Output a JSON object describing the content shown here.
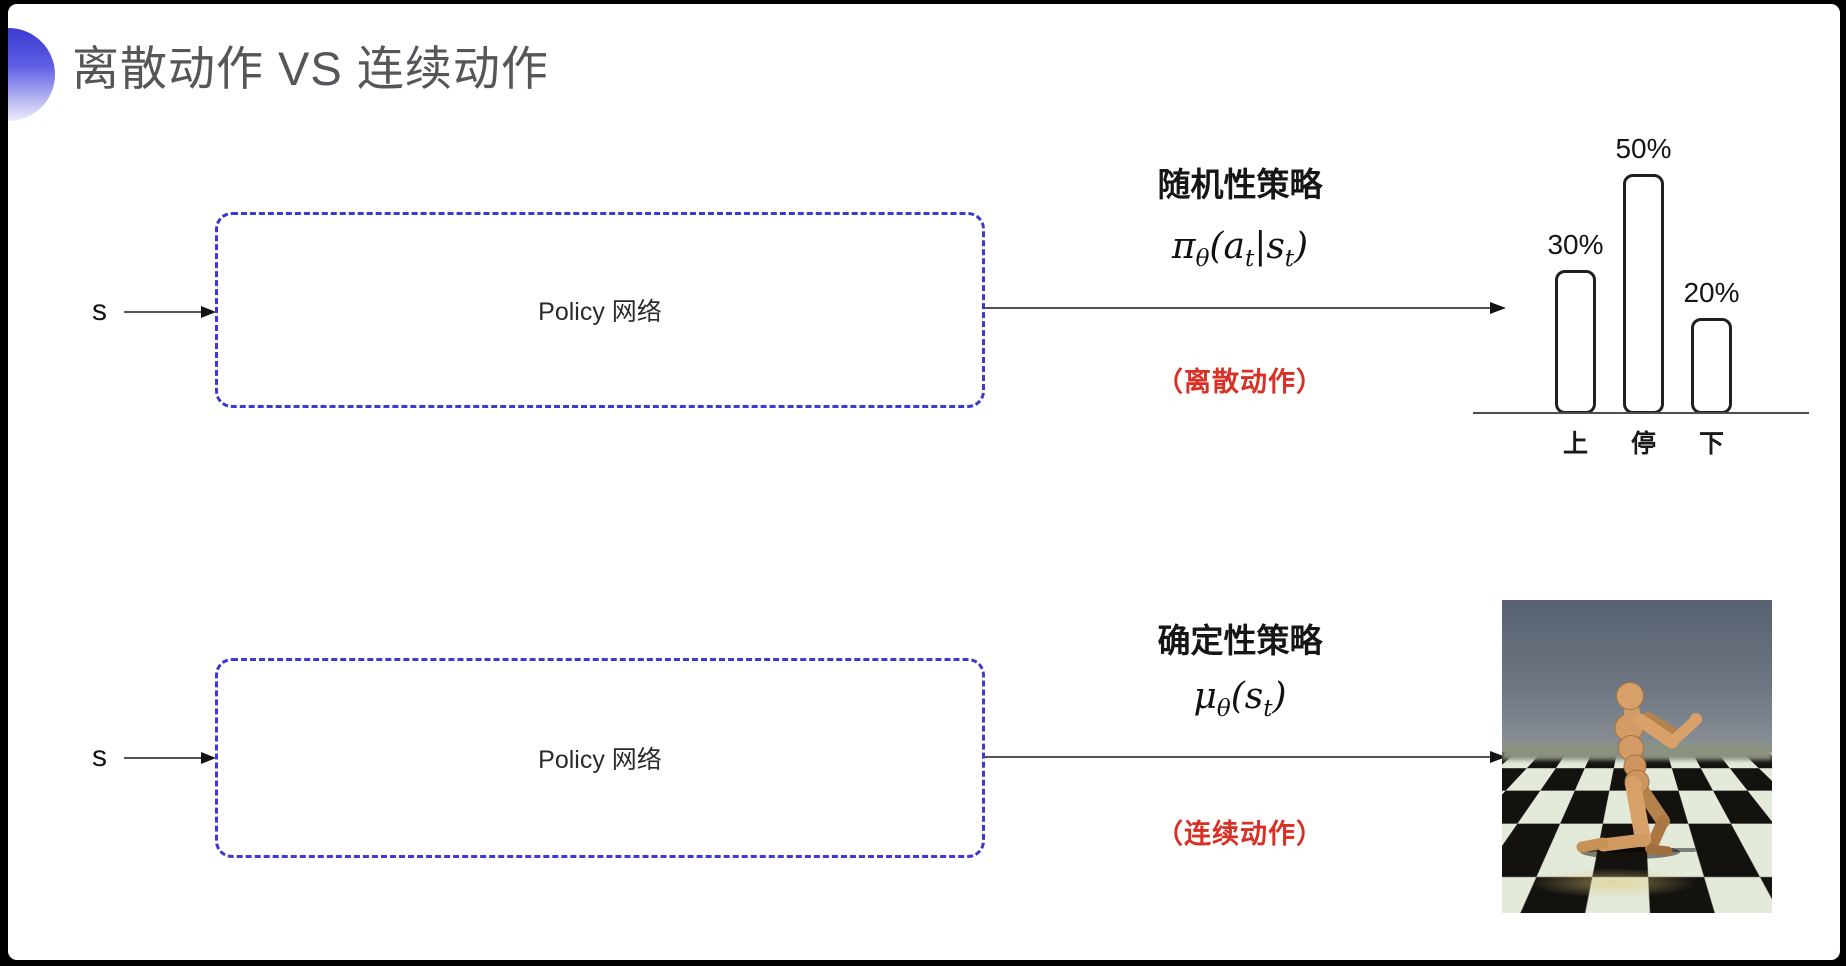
{
  "title": "离散动作 VS 连续动作",
  "colors": {
    "accent_blue": "#3b3bd0",
    "red": "#d93025",
    "title": "#55565a",
    "ink": "#161616"
  },
  "top": {
    "state_label": "s",
    "box_label": "Policy 网络",
    "policy_name": "随机性策略",
    "formula_parts": [
      "π",
      "θ",
      "(a",
      "t",
      "|s",
      "t",
      ")"
    ],
    "action_note": "（离散动作）"
  },
  "bottom": {
    "state_label": "s",
    "box_label": "Policy 网络",
    "policy_name": "确定性策略",
    "formula_parts": [
      "μ",
      "θ",
      "(s",
      "t",
      ")"
    ],
    "action_note": "（连续动作）"
  },
  "chart_data": {
    "type": "bar",
    "categories": [
      "上",
      "停",
      "下"
    ],
    "values": [
      30,
      50,
      20
    ],
    "value_labels": [
      "30%",
      "50%",
      "20%"
    ],
    "ylim": [
      0,
      55
    ],
    "title": "",
    "xlabel": "",
    "ylabel": "",
    "grid": false,
    "legend": false
  },
  "continuous_visual": {
    "description": "humanoid robot running on checkerboard floor"
  }
}
